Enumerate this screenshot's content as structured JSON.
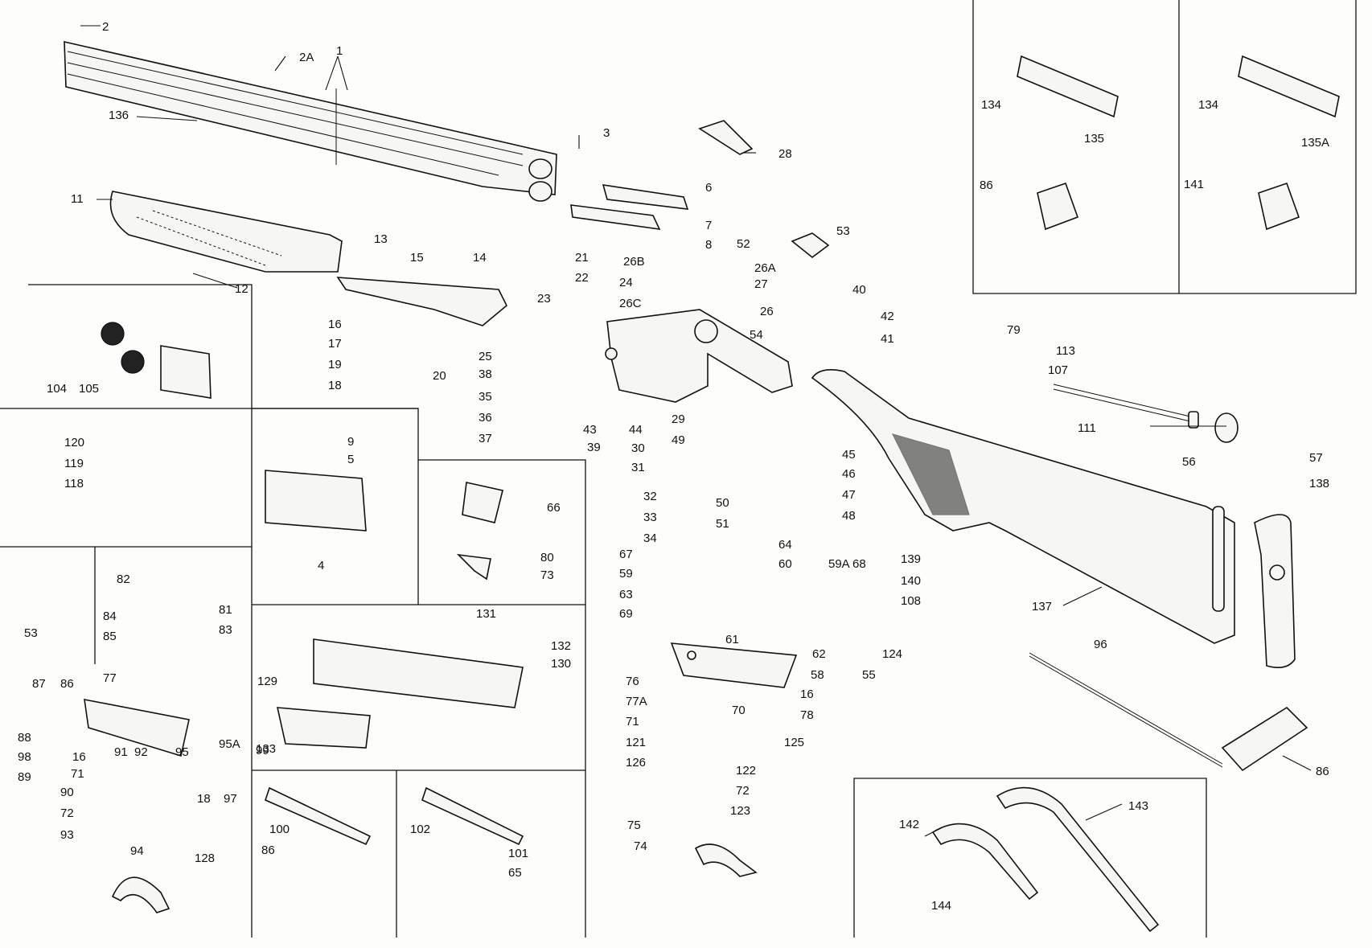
{
  "diagram": {
    "labels": [
      "2",
      "2A",
      "1",
      "136",
      "3",
      "28",
      "6",
      "7",
      "8",
      "11",
      "13",
      "15",
      "14",
      "21",
      "22",
      "26B",
      "26A",
      "53",
      "52",
      "12",
      "16",
      "17",
      "19",
      "18",
      "20",
      "23",
      "24",
      "26C",
      "27",
      "40",
      "42",
      "41",
      "26",
      "54",
      "25",
      "38",
      "35",
      "36",
      "37",
      "43",
      "39",
      "44",
      "29",
      "30",
      "31",
      "45",
      "46",
      "47",
      "48",
      "49",
      "32",
      "50",
      "51",
      "33",
      "34",
      "104",
      "105",
      "120",
      "119",
      "118",
      "9",
      "5",
      "4",
      "66",
      "80",
      "73",
      "53",
      "82",
      "81",
      "84",
      "85",
      "83",
      "77",
      "87",
      "86",
      "88",
      "98",
      "89",
      "16",
      "71",
      "91",
      "92",
      "95",
      "95A",
      "90",
      "72",
      "93",
      "94",
      "128",
      "18",
      "97",
      "131",
      "132",
      "130",
      "129",
      "133",
      "99",
      "100",
      "86",
      "102",
      "101",
      "65",
      "67",
      "64",
      "59",
      "60",
      "59A",
      "68",
      "63",
      "69",
      "61",
      "124",
      "62",
      "55",
      "76",
      "58",
      "16",
      "77A",
      "70",
      "78",
      "71",
      "121",
      "125",
      "126",
      "122",
      "72",
      "123",
      "75",
      "74",
      "79",
      "113",
      "107",
      "111",
      "56",
      "57",
      "138",
      "139",
      "140",
      "108",
      "137",
      "96",
      "86",
      "134",
      "135",
      "86",
      "134",
      "135A",
      "141",
      "142",
      "143",
      "144"
    ]
  }
}
